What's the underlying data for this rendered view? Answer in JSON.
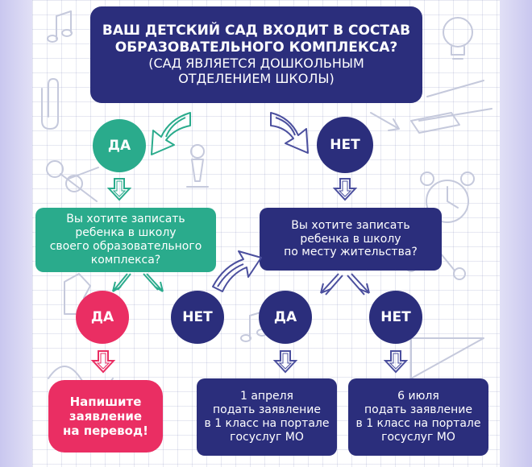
{
  "question_main": {
    "title_lines": [
      "ВАШ ДЕТСКИЙ САД ВХОДИТ В СОСТАВ",
      "ОБРАЗОВАТЕЛЬНОГО КОМПЛЕКСА?"
    ],
    "subtitle_lines": [
      "(САД ЯВЛЯЕТСЯ ДОШКОЛЬНЫМ",
      "ОТДЕЛЕНИЕМ ШКОЛЫ)"
    ]
  },
  "answers": {
    "yes": "ДА",
    "no": "НЕТ"
  },
  "question_complex": {
    "lines": [
      "Вы хотите записать",
      "ребенка в школу",
      "своего образовательного",
      "комплекса?"
    ]
  },
  "question_residence": {
    "lines": [
      "Вы хотите записать",
      "ребенка в школу",
      "по месту жительства?"
    ]
  },
  "result_transfer": {
    "lines": [
      "Напишите",
      "заявление",
      "на перевод!"
    ]
  },
  "result_april": {
    "lines": [
      "1 апреля",
      "подать заявление",
      "в 1 класс на портале",
      "госуслуг МО"
    ]
  },
  "result_july": {
    "lines": [
      "6 июля",
      "подать заявление",
      "в 1 класс на портале",
      "госуслуг МО"
    ]
  },
  "colors": {
    "navy": "#2b2e7c",
    "teal": "#2aab8c",
    "pink": "#ea2e63",
    "arrow_navy": "#4b4f9e",
    "arrow_teal": "#2aab8c",
    "arrow_pink": "#ea2e63"
  }
}
